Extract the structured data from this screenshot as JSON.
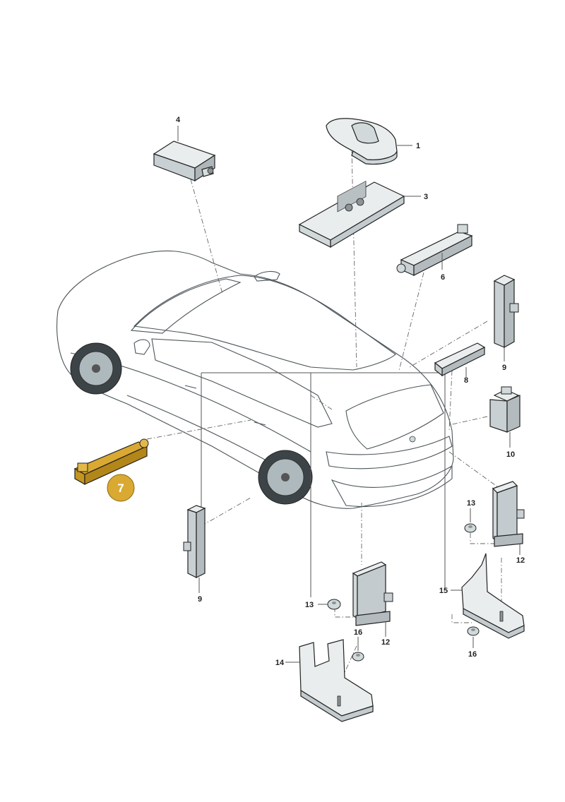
{
  "diagram": {
    "highlighted_part": "7",
    "highlight_color": "#d9a932",
    "part_fill_color": "#e9eded",
    "car_body_color": "#e6ecee",
    "glass_color": "#c9d6dc",
    "labels": {
      "p1": "1",
      "p3": "3",
      "p4": "4",
      "p6": "6",
      "p7": "7",
      "p8": "8",
      "p9a": "9",
      "p9b": "9",
      "p10": "10",
      "p12a": "12",
      "p12b": "12",
      "p13a": "13",
      "p13b": "13",
      "p14": "14",
      "p15": "15",
      "p16a": "16",
      "p16b": "16"
    }
  }
}
